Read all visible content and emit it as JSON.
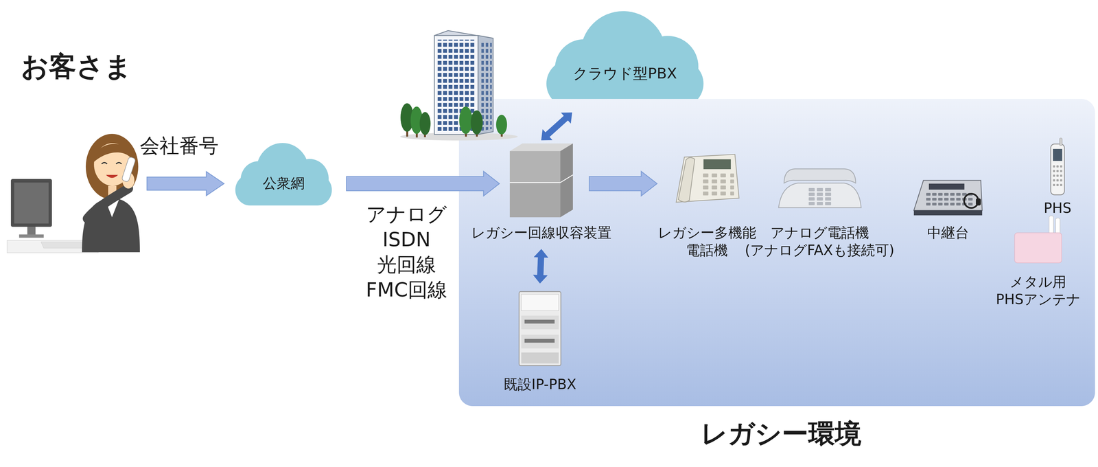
{
  "diagram": {
    "nodes": [
      {
        "text": [
          "公衆網"
        ]
      },
      {
        "text": [
          "クラウド型PBX"
        ]
      },
      {
        "text": [
          "レガシー環境"
        ]
      },
      {
        "text": [
          "レガシー回線収容装置"
        ],
        "in": 2
      },
      {
        "text": [
          "既設IP-PBX"
        ],
        "in": 2
      },
      {
        "text": [
          "レガシー多機能 電話機"
        ],
        "in": 2
      },
      {
        "text": [
          "アナログ電話機",
          "(アナログFAXも接続可)"
        ],
        "in": 2
      },
      {
        "text": [
          "中継台"
        ],
        "in": 2
      },
      {
        "text": [
          "PHS"
        ],
        "in": 2
      },
      {
        "text": [
          "メタル用 PHSアンテナ"
        ],
        "in": 2
      }
    ],
    "edges": [
      {
        "from": 0,
        "to": 3,
        "arrow": "to",
        "label": "アナログ ISDN 光回線 FMC回線"
      },
      {
        "from": 1,
        "to": 3,
        "arrow": "both"
      },
      {
        "from": 3,
        "to": 4,
        "arrow": "both"
      },
      {
        "from": 3,
        "to": 5,
        "arrow": "to"
      }
    ],
    "labels": [
      "お客さま",
      "会社番号"
    ]
  }
}
